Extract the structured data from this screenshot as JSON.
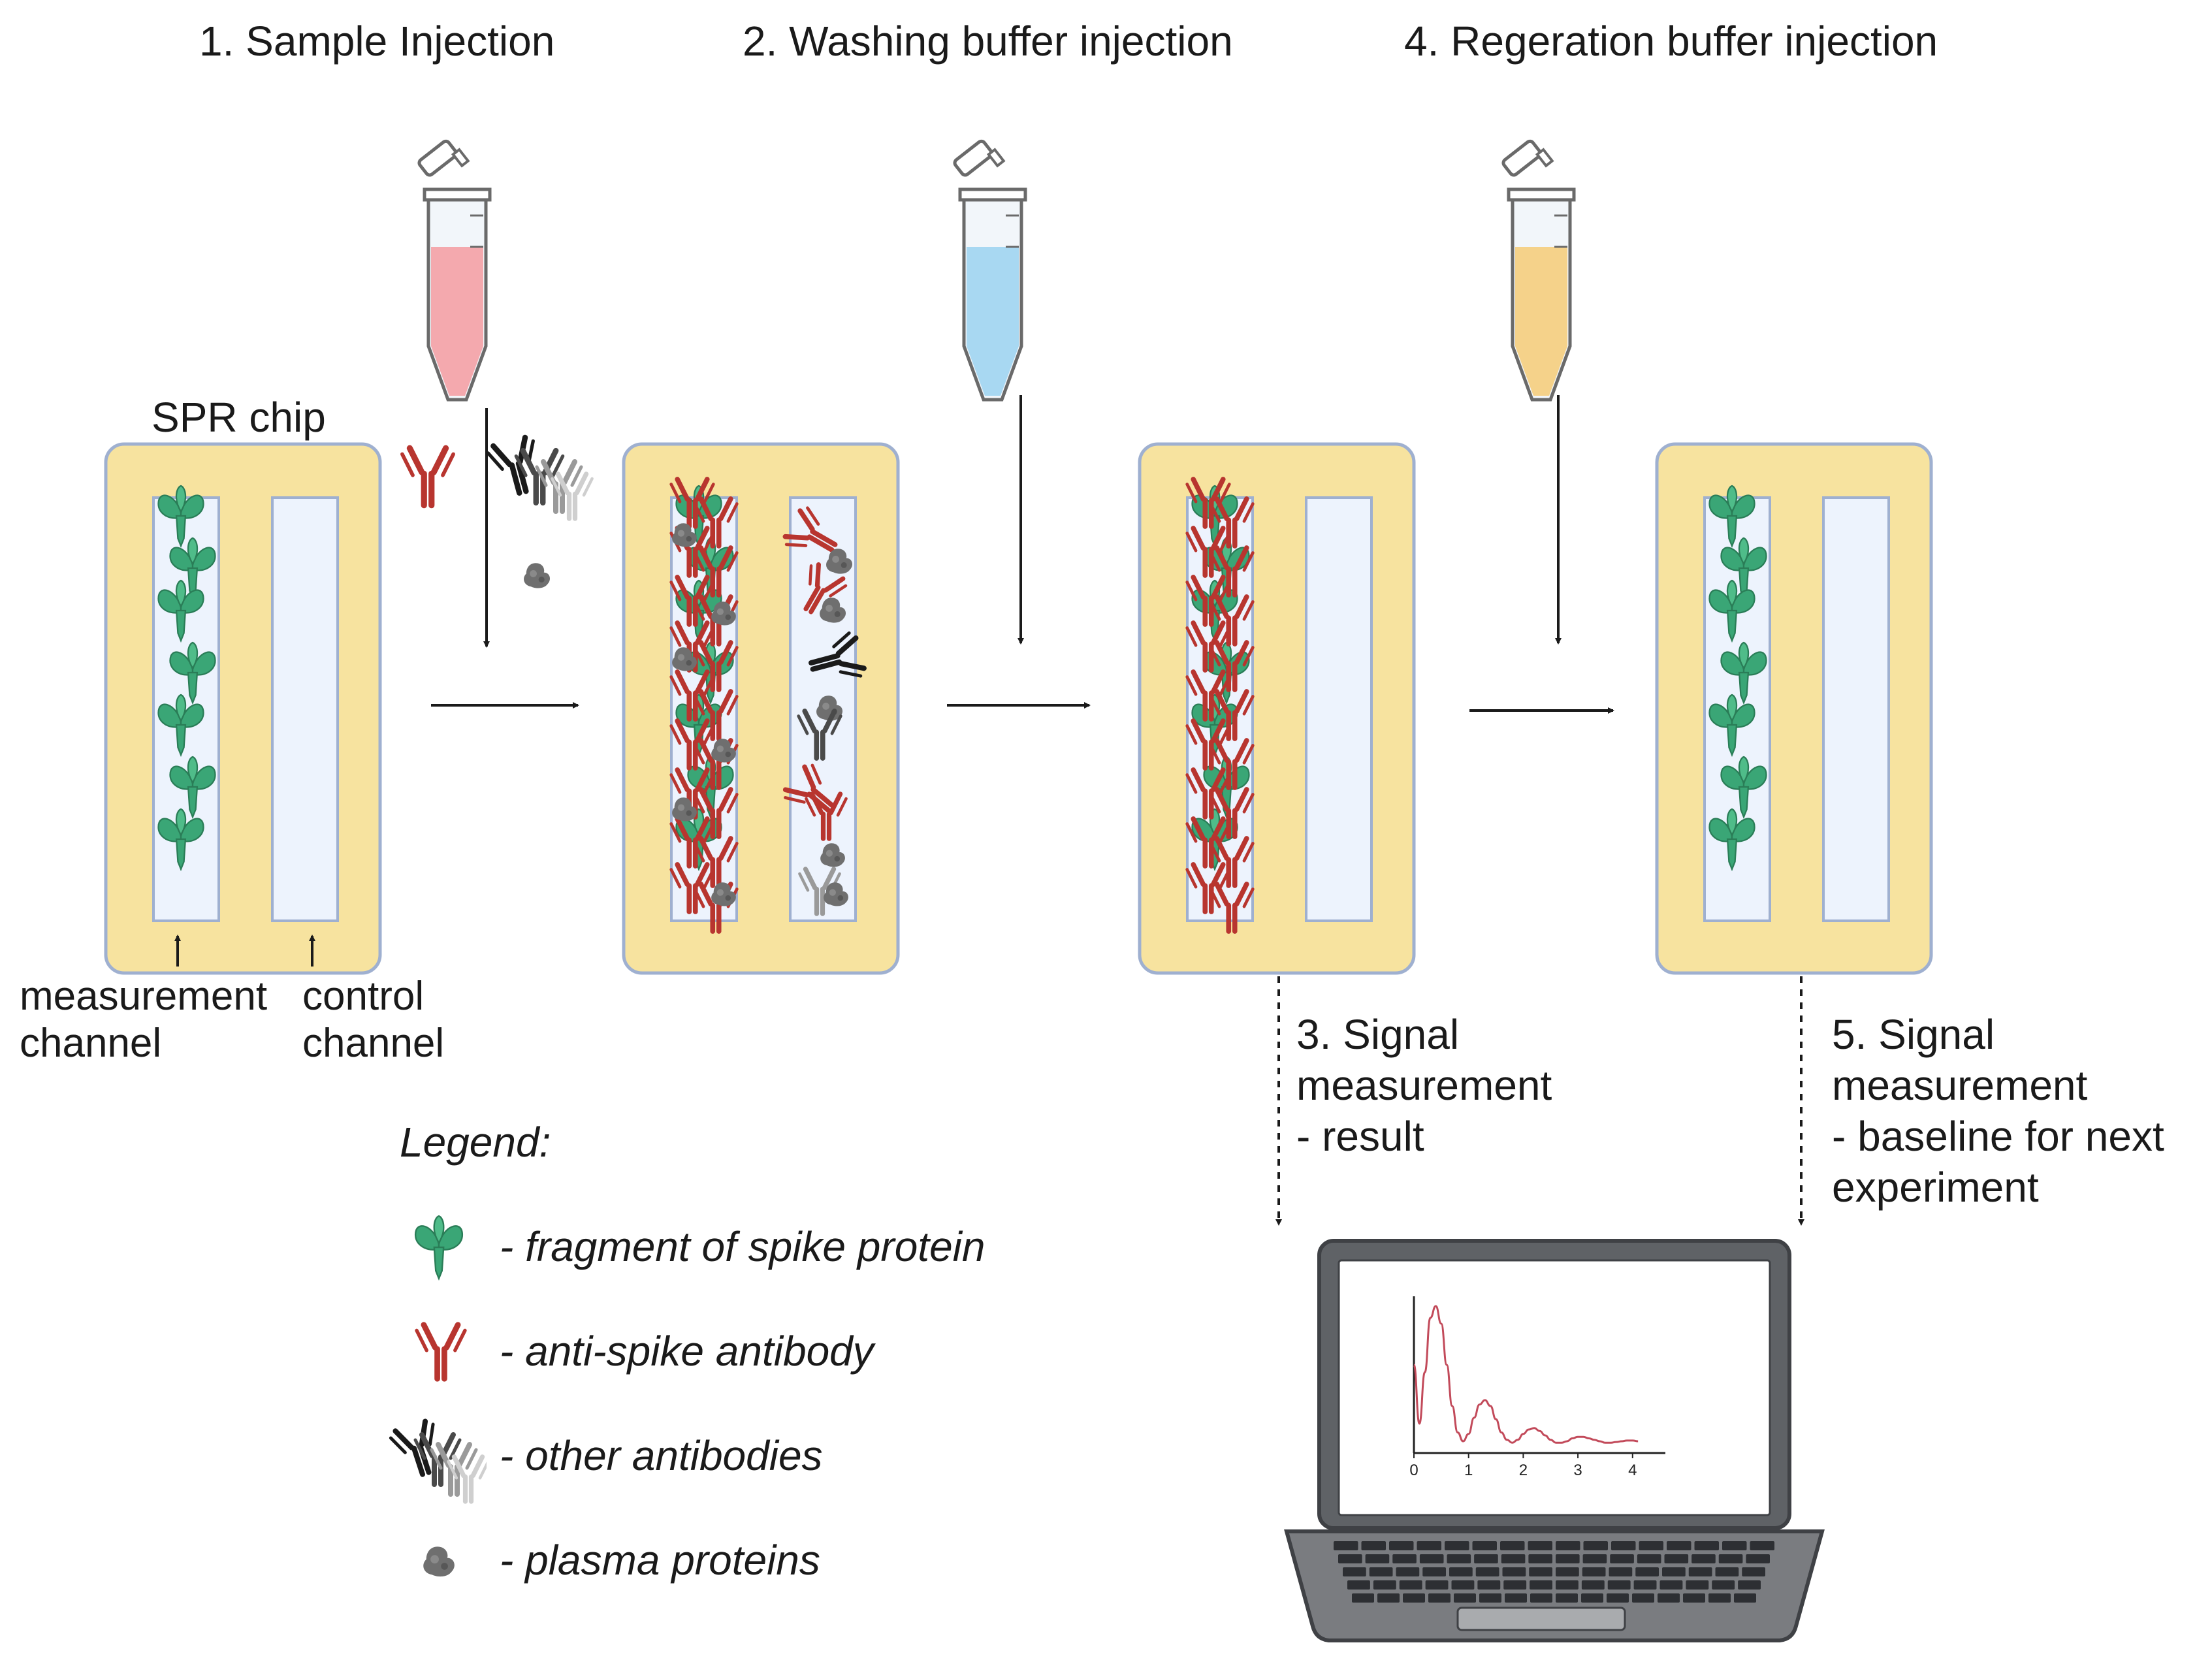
{
  "steps": {
    "sample_injection": "1.  Sample Injection",
    "washing_injection": "2. Washing buffer injection",
    "regeneration_injection": "4. Regeration buffer injection",
    "signal_result": "3. Signal\nmeasurement\n- result",
    "signal_baseline": "5. Signal\nmeasurement\n- baseline for next\nexperiment"
  },
  "chip": {
    "title": "SPR chip",
    "measurement_label": "measurement\nchannel",
    "control_label": "control\nchannel"
  },
  "legend": {
    "title": "Legend:",
    "items": [
      {
        "icon": "spike-protein-icon",
        "label": "- fragment of spike protein"
      },
      {
        "icon": "anti-spike-antibody-icon",
        "label": "- anti-spike antibody"
      },
      {
        "icon": "other-antibodies-icon",
        "label": "- other antibodies"
      },
      {
        "icon": "plasma-protein-icon",
        "label": "- plasma proteins"
      }
    ]
  },
  "chart_data": {
    "type": "line",
    "x_ticks": [
      "0",
      "1",
      "2",
      "3",
      "4"
    ],
    "xlim": [
      0,
      4.6
    ],
    "series": [
      {
        "x": [
          0,
          0.1,
          0.2,
          0.3,
          0.4,
          0.5,
          0.6,
          0.7,
          0.8,
          0.9,
          1.0,
          1.1,
          1.2,
          1.3,
          1.4,
          1.5,
          1.6,
          1.7,
          1.8,
          1.9,
          2.0,
          2.1,
          2.2,
          2.3,
          2.4,
          2.5,
          2.6,
          2.7,
          2.8,
          2.9,
          3.0,
          3.1,
          3.2,
          3.3,
          3.4,
          3.5,
          3.6,
          3.7,
          3.8,
          3.9,
          4.0,
          4.1
        ],
        "y": [
          0.6,
          0.2,
          0.55,
          0.92,
          1.0,
          0.88,
          0.6,
          0.32,
          0.14,
          0.08,
          0.13,
          0.24,
          0.33,
          0.36,
          0.32,
          0.23,
          0.14,
          0.09,
          0.07,
          0.09,
          0.13,
          0.16,
          0.17,
          0.15,
          0.12,
          0.09,
          0.07,
          0.07,
          0.08,
          0.1,
          0.11,
          0.11,
          0.1,
          0.09,
          0.08,
          0.07,
          0.07,
          0.075,
          0.08,
          0.085,
          0.085,
          0.08
        ]
      }
    ],
    "colors": {
      "line": "#c24a5a",
      "axis": "#222222"
    }
  },
  "colors": {
    "chip_fill": "#f7e39f",
    "chip_border": "#9fb0d0",
    "channel_fill": "#edf3fd",
    "spike": "#3aa676",
    "spike_dark": "#2a7d57",
    "anti_spike": "#b8352f",
    "plasma": "#6f6f6f",
    "sample_liquid": "#f4a9ae",
    "wash_liquid": "#a8d8f2",
    "regen_liquid": "#f5d28a"
  }
}
